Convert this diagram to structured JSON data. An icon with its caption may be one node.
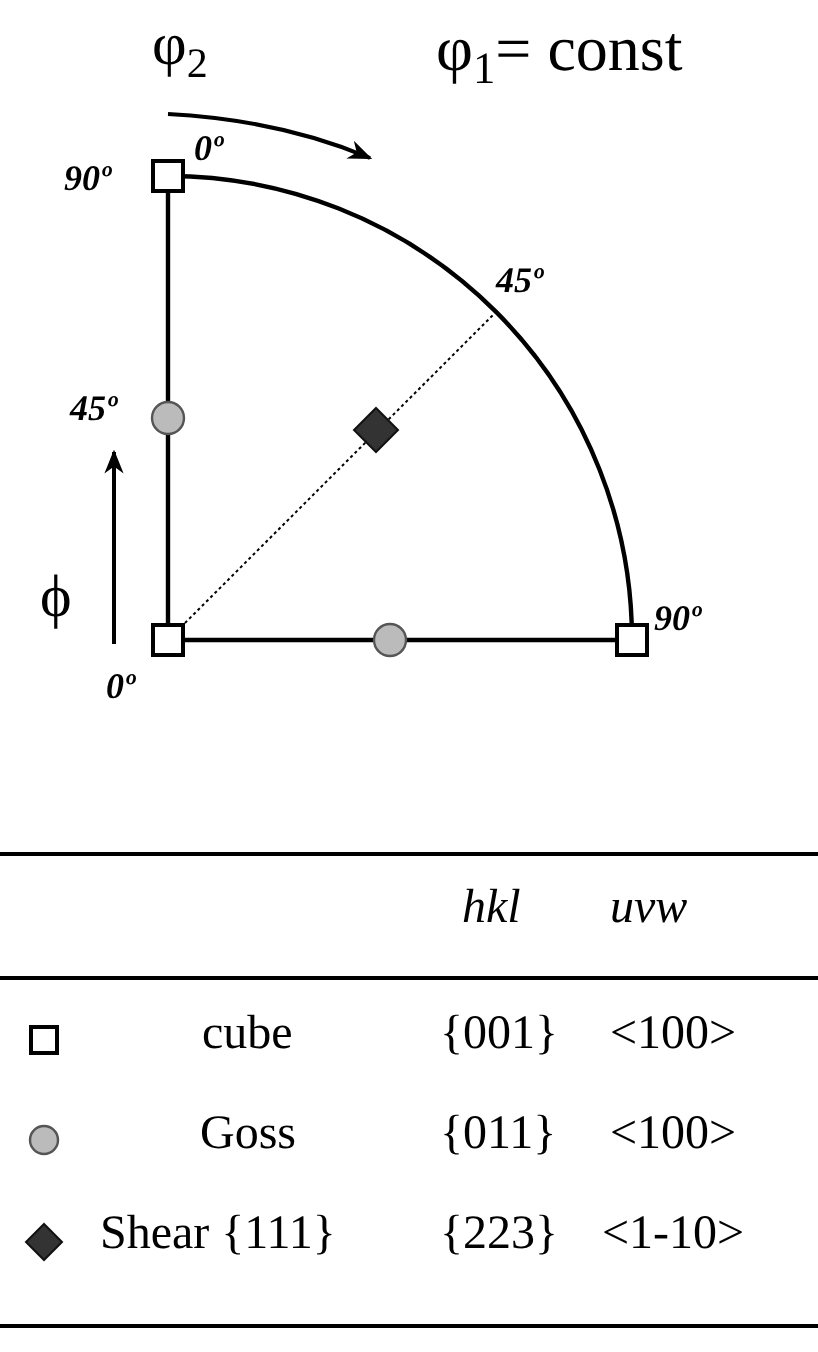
{
  "diagram": {
    "labels": [
      "φ$_{2}$",
      "φ$_{1}$= const",
      "0º",
      "90º",
      "45º",
      "45º",
      "ϕ",
      "90º",
      "0º",
      "hkl",
      "uvw",
      "cube",
      "{001}",
      "<100>",
      "Goss",
      "{011}",
      "<100>",
      "Shear {111}",
      "{223}",
      "<1-10>"
    ]
  }
}
